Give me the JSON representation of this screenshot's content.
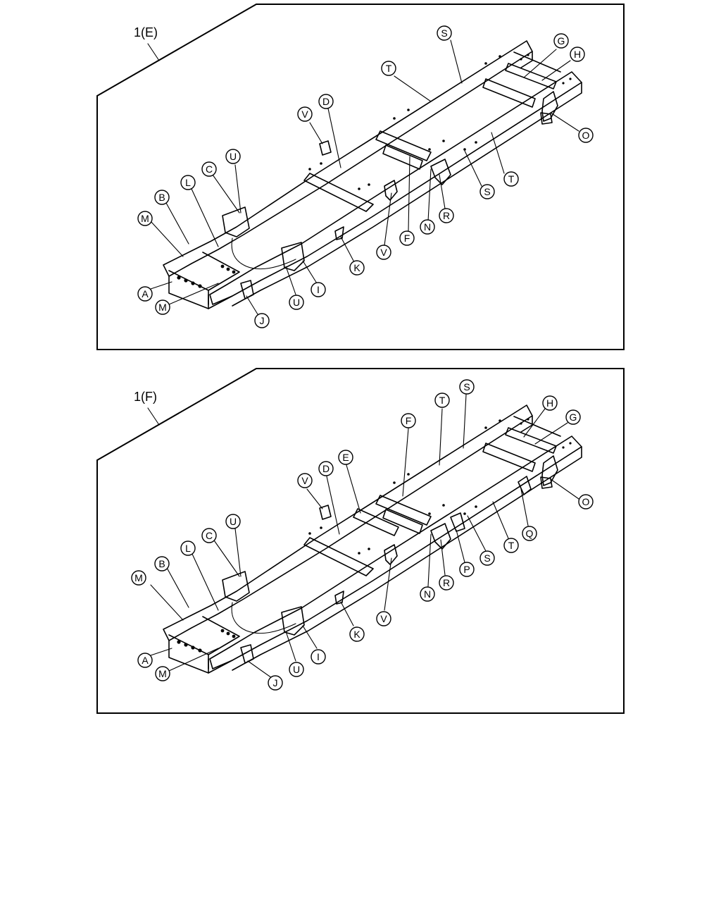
{
  "panels": [
    {
      "title": "1(E)",
      "callouts": [
        "S",
        "G",
        "H",
        "T",
        "O",
        "V",
        "D",
        "T",
        "S",
        "U",
        "C",
        "L",
        "B",
        "M",
        "V",
        "F",
        "N",
        "R",
        "K",
        "I",
        "U",
        "A",
        "M",
        "J"
      ]
    },
    {
      "title": "1(F)",
      "callouts": [
        "S",
        "T",
        "H",
        "G",
        "F",
        "O",
        "E",
        "D",
        "V",
        "Q",
        "T",
        "S",
        "P",
        "U",
        "C",
        "L",
        "B",
        "M",
        "R",
        "N",
        "V",
        "K",
        "I",
        "U",
        "A",
        "M",
        "J"
      ]
    }
  ]
}
